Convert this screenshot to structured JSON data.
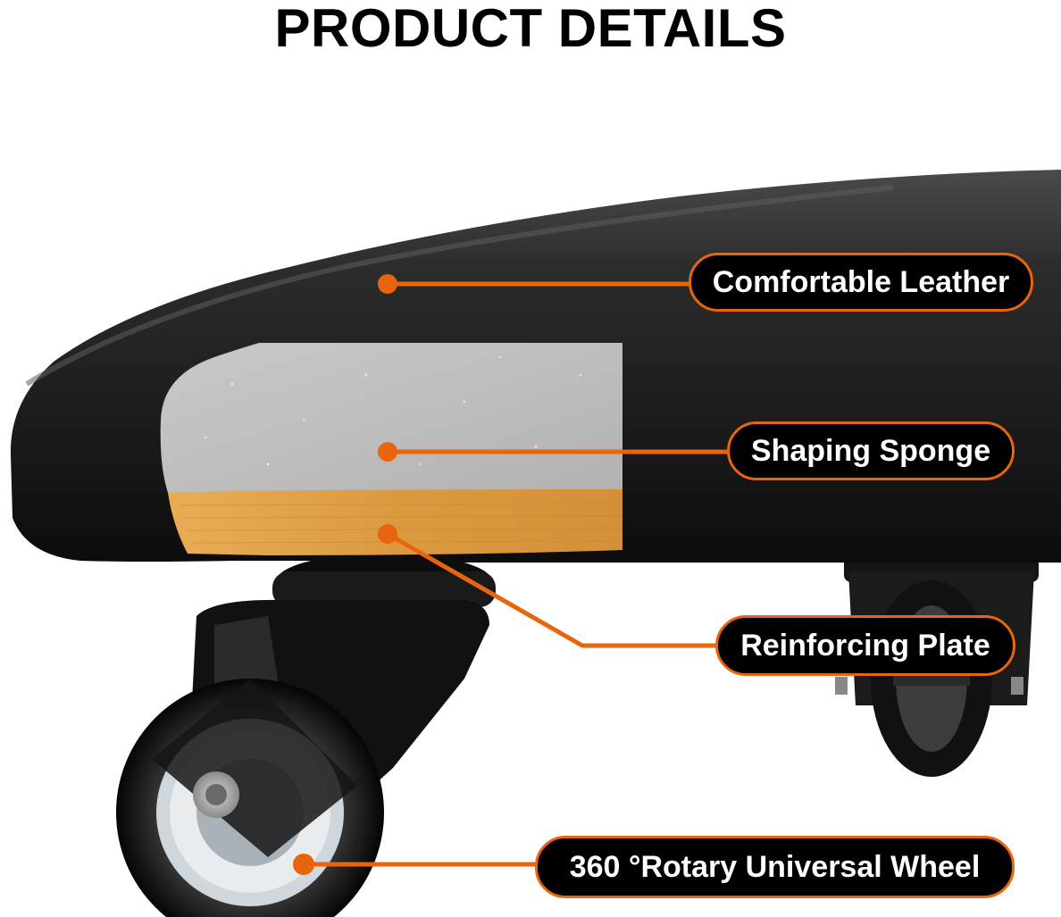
{
  "title": "PRODUCT DETAILS",
  "accent_color": "#e8650d",
  "callouts": {
    "leather": "Comfortable Leather",
    "sponge": "Shaping Sponge",
    "plate": "Reinforcing Plate",
    "wheel": "360 °Rotary Universal Wheel"
  }
}
